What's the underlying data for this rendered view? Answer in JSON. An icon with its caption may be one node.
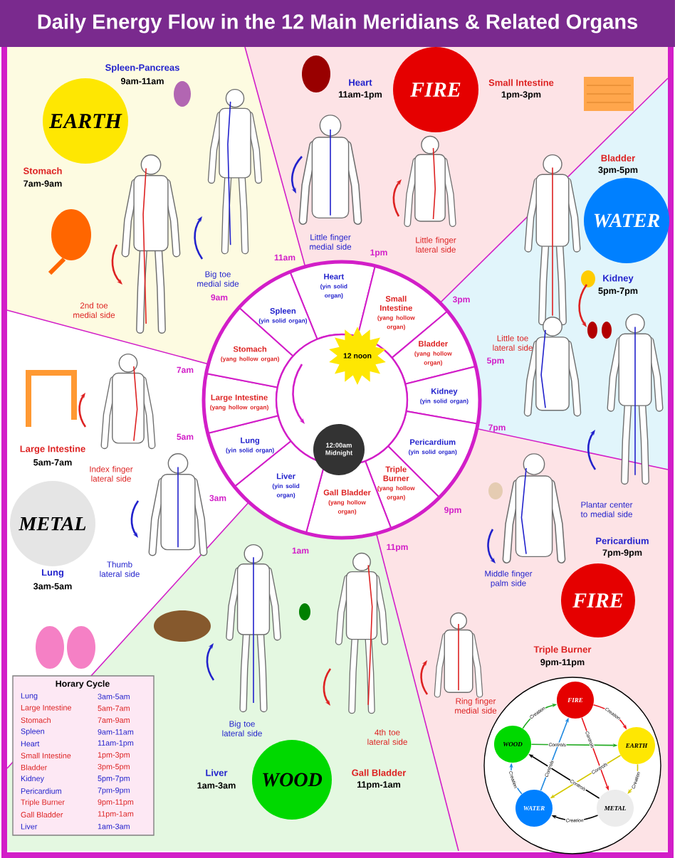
{
  "diagram": {
    "title": "Daily Energy Flow in the 12 Main Meridians & Related Organs",
    "nodes": [
      {
        "text": [
          "EARTH"
        ]
      },
      {
        "text": [
          "FIRE"
        ]
      },
      {
        "text": [
          "WATER"
        ]
      },
      {
        "text": [
          "Heart",
          "(yin solid organ)"
        ]
      },
      {
        "text": [
          "Small Intestine",
          "(yang hollow organ)"
        ]
      },
      {
        "text": [
          "Bladder",
          "(yang hollow organ)"
        ]
      },
      {
        "text": [
          "Kidney",
          "(yin solid organ)"
        ]
      },
      {
        "text": [
          "Pericardium",
          "(yin solid organ)"
        ]
      },
      {
        "text": [
          "Triple Burner",
          "(yang hollow organ)"
        ]
      },
      {
        "text": [
          "Gall Bladder",
          "(yang hollow organ)"
        ]
      },
      {
        "text": [
          "Liver",
          "(yin solid organ)"
        ]
      },
      {
        "text": [
          "Lung",
          "(yin solid organ)"
        ]
      },
      {
        "text": [
          "Large Intestine",
          "(yang hollow organ)"
        ]
      },
      {
        "text": [
          "Stomach",
          "(yang hollow organ)"
        ]
      },
      {
        "text": [
          "Spleen",
          "(yin solid organ)"
        ]
      },
      {
        "text": [
          "12 noon"
        ]
      },
      {
        "text": [
          "12:00am Midnight"
        ]
      },
      {
        "text": [
          "METAL"
        ]
      },
      {
        "text": [
          "FIRE"
        ]
      },
      {
        "text": [
          "Horary Cycle"
        ]
      },
      {
        "text": [
          "WOOD"
        ]
      },
      {
        "text": [],
        "shape": "circle"
      },
      {
        "text": [
          "FIRE"
        ],
        "in": 21
      },
      {
        "text": [
          "EARTH"
        ],
        "in": 21
      },
      {
        "text": [
          "METAL"
        ],
        "in": 21
      },
      {
        "text": [
          "WATER"
        ],
        "in": 21
      },
      {
        "text": [
          "WOOD"
        ],
        "in": 21
      }
    ],
    "edges": [
      {
        "from": 26,
        "to": 22,
        "arrow": "to",
        "label": "Creation",
        "color": "#22aa22"
      },
      {
        "from": 22,
        "to": 23,
        "arrow": "to",
        "label": "Creation",
        "color": "#e8141c"
      },
      {
        "from": 23,
        "to": 24,
        "arrow": "to",
        "label": "Creation",
        "color": "#d4c800"
      },
      {
        "from": 24,
        "to": 25,
        "arrow": "to",
        "label": "Creation",
        "color": "#000000"
      },
      {
        "from": 25,
        "to": 26,
        "arrow": "to",
        "label": "Creation",
        "color": "#1e88e0"
      },
      {
        "from": 26,
        "to": 23,
        "arrow": "to",
        "label": "Controls",
        "color": "#22aa22"
      },
      {
        "from": 22,
        "to": 24,
        "arrow": "to",
        "label": "Controls",
        "color": "#e8141c"
      },
      {
        "from": 23,
        "to": 25,
        "arrow": "to",
        "label": "Controls",
        "color": "#d4c800"
      },
      {
        "from": 24,
        "to": 26,
        "arrow": "to",
        "label": "Controls",
        "color": "#000000"
      },
      {
        "from": 25,
        "to": 22,
        "arrow": "to",
        "label": "Controls",
        "color": "#1e88e0"
      }
    ],
    "labels": [
      "Spleen-Pancreas",
      "9am-11am",
      "Heart",
      "11am-1pm",
      "Small Intestine",
      "1pm-3pm",
      "Stomach",
      "Bladder",
      "7am-9am",
      "3pm-5pm",
      "2nd toe medial side",
      "Big toe medial side",
      "Little finger medial side",
      "Little finger lateral side",
      "Kidney",
      "5pm-7pm",
      "11am",
      "1pm",
      "9am",
      "3pm",
      "Little toe lateral side",
      "7am",
      "5pm",
      "7pm",
      "5am",
      "Large Intestine",
      "5am-7am",
      "Index finger lateral side",
      "3am",
      "9pm",
      "Plantar center to medial side",
      "1am",
      "11pm",
      "Pericardium",
      "7pm-9pm",
      "Thumb lateral side",
      "Lung",
      "3am-5am",
      "Middle finger palm side",
      "Triple Burner",
      "9pm-11pm",
      "Ring finger medial side",
      "4th toe lateral side",
      "Big toe lateral side",
      "Liver",
      "1am-3am",
      "Gall Bladder",
      "11pm-1am",
      "Lung",
      "3am-5am",
      "Large Intestine",
      "5am-7am",
      "Stomach",
      "7am-9am",
      "Spleen",
      "9am-11am",
      "Heart",
      "11am-1pm",
      "Small Intestine",
      "1pm-3pm",
      "Bladder",
      "3pm-5pm",
      "Kidney",
      "5pm-7pm",
      "Pericardium",
      "7pm-9pm",
      "Triple Burner",
      "9pm-11pm",
      "Gall Bladder",
      "11pm-1am",
      "Liver",
      "1am-3am"
    ]
  }
}
